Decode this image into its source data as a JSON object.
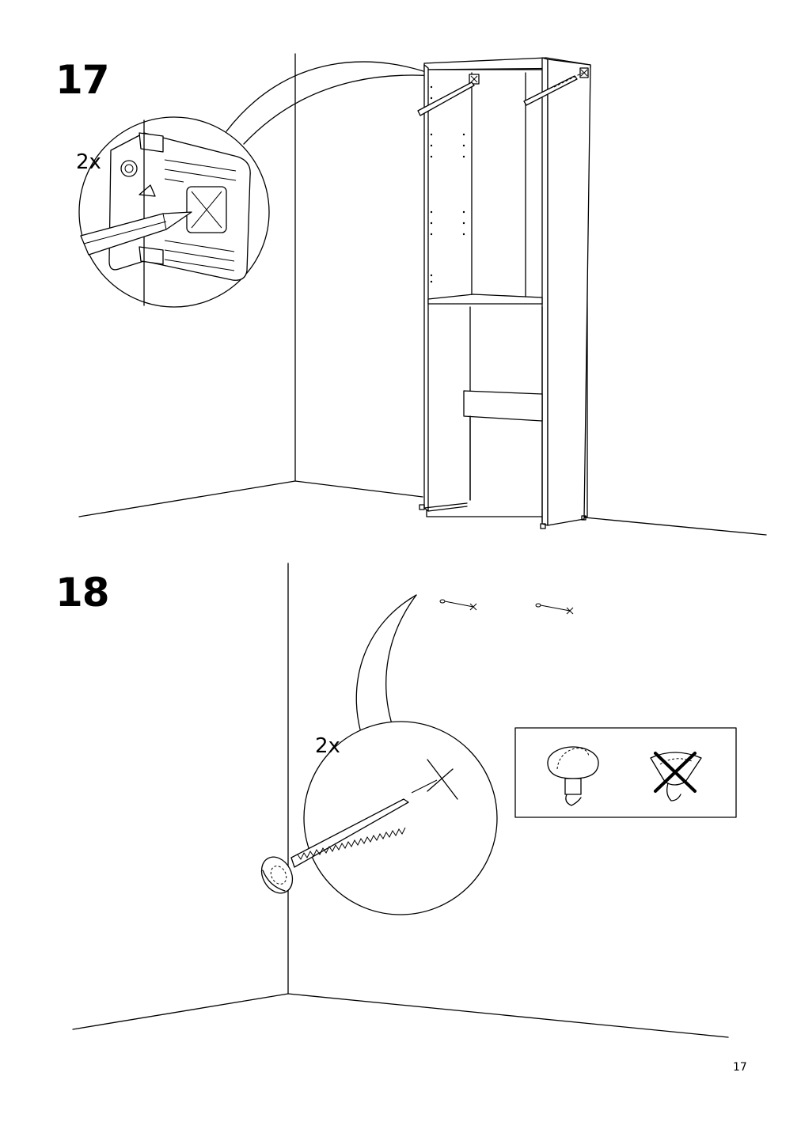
{
  "steps": [
    {
      "number": "17",
      "quantity": "2x"
    },
    {
      "number": "18",
      "quantity": "2x"
    }
  ],
  "page_number": "17",
  "icons": {
    "step17_detail": "pencil-marking-hole-through-bracket-icon",
    "step18_detail": "screw-into-wall-icon",
    "screw_ok": "correct-screw-head-icon",
    "screw_wrong": "incorrect-countersunk-screw-icon"
  }
}
